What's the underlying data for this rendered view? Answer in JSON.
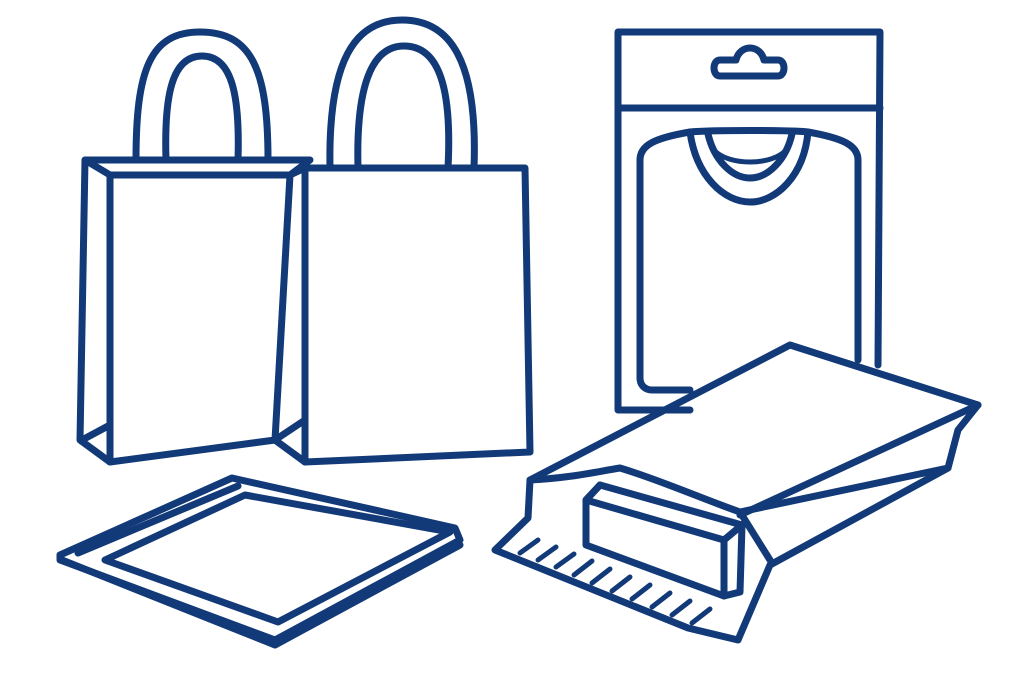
{
  "illustration": {
    "line_color": "#123a78",
    "background": "#ffffff",
    "items": [
      {
        "name": "tote-bag-left",
        "icon": "shopping-bag-icon"
      },
      {
        "name": "tote-bag-right",
        "icon": "shopping-bag-icon"
      },
      {
        "name": "header-bag-with-tshirt",
        "icon": "tshirt-package-icon"
      },
      {
        "name": "flat-poly-bag",
        "icon": "flat-bag-icon"
      },
      {
        "name": "gusseted-bag-with-box",
        "icon": "gusset-bag-icon"
      }
    ]
  }
}
